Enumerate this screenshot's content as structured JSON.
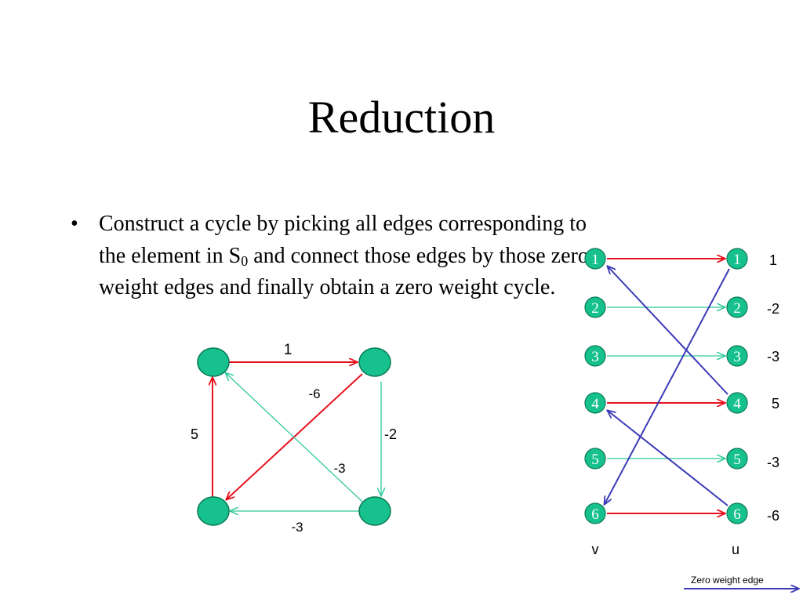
{
  "slide": {
    "title": "Reduction",
    "bullet_marker": "•",
    "bullet_text": "Construct a cycle by picking all edges corresponding  to the element in S",
    "bullet_sub": "0",
    "bullet_text_after": " and connect those edges by those zero weight edges and finally obtain a zero weight cycle."
  },
  "left_graph": {
    "edge_labels": {
      "top": "1",
      "diagonal_red": "-6",
      "left": "5",
      "right": "-2",
      "diagonal_teal": "-3",
      "bottom": "-3"
    }
  },
  "right_graph": {
    "left_nodes": [
      "1",
      "2",
      "3",
      "4",
      "5",
      "6"
    ],
    "right_nodes": [
      "1",
      "2",
      "3",
      "4",
      "5",
      "6"
    ],
    "weights": [
      "1",
      "-2",
      "-3",
      "5",
      "-3",
      "-6"
    ],
    "column_label_left": "v",
    "column_label_right": "u"
  },
  "legend": {
    "label": "Zero weight edge"
  },
  "colors": {
    "node_fill": "#17c18d",
    "node_stroke": "#0a7a55",
    "red_edge": "#e8121f",
    "teal_edge": "#2ec99a",
    "blue_edge": "#3b3ab8"
  }
}
